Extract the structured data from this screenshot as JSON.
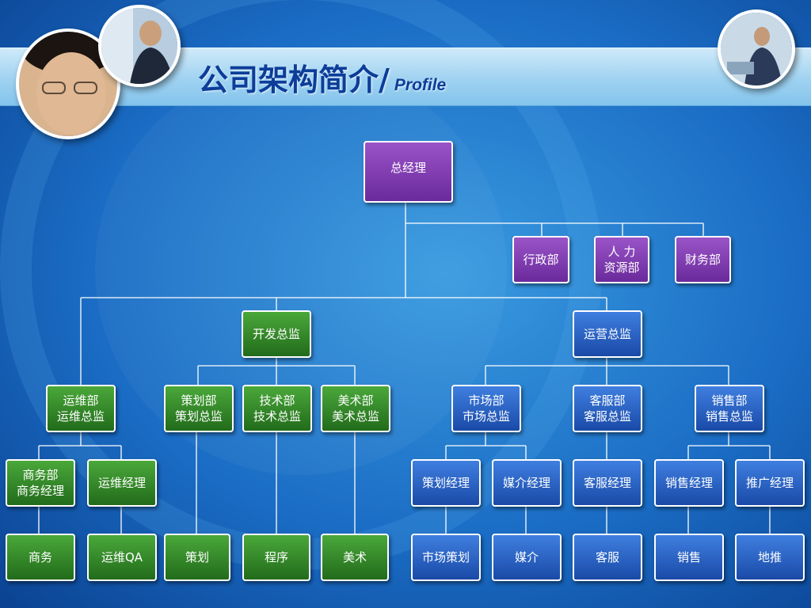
{
  "title": {
    "main": "公司架构简介/",
    "sub": "Profile"
  },
  "org": {
    "ceo": "总经理",
    "admin": "行政部",
    "hr": "人    力\n资源部",
    "finance": "财务部",
    "dev_director": "开发总监",
    "ops_director": "运营总监",
    "maint": "运维部\n运维总监",
    "plan": "策划部\n策划总监",
    "tech": "技术部\n技术总监",
    "art": "美术部\n美术总监",
    "market": "市场部\n市场总监",
    "cs": "客服部\n客服总监",
    "sales": "销售部\n销售总监",
    "biz_mgr": "商务部\n商务经理",
    "maint_mgr": "运维经理",
    "plan_mgr": "策划经理",
    "media_mgr": "媒介经理",
    "cs_mgr": "客服经理",
    "sales_mgr": "销售经理",
    "promo_mgr": "推广经理",
    "biz": "商务",
    "qa": "运维QA",
    "planning": "策划",
    "program": "程序",
    "artwork": "美术",
    "mkt_plan": "市场策划",
    "media": "媒介",
    "service": "客服",
    "selling": "销售",
    "ground": "地推"
  }
}
